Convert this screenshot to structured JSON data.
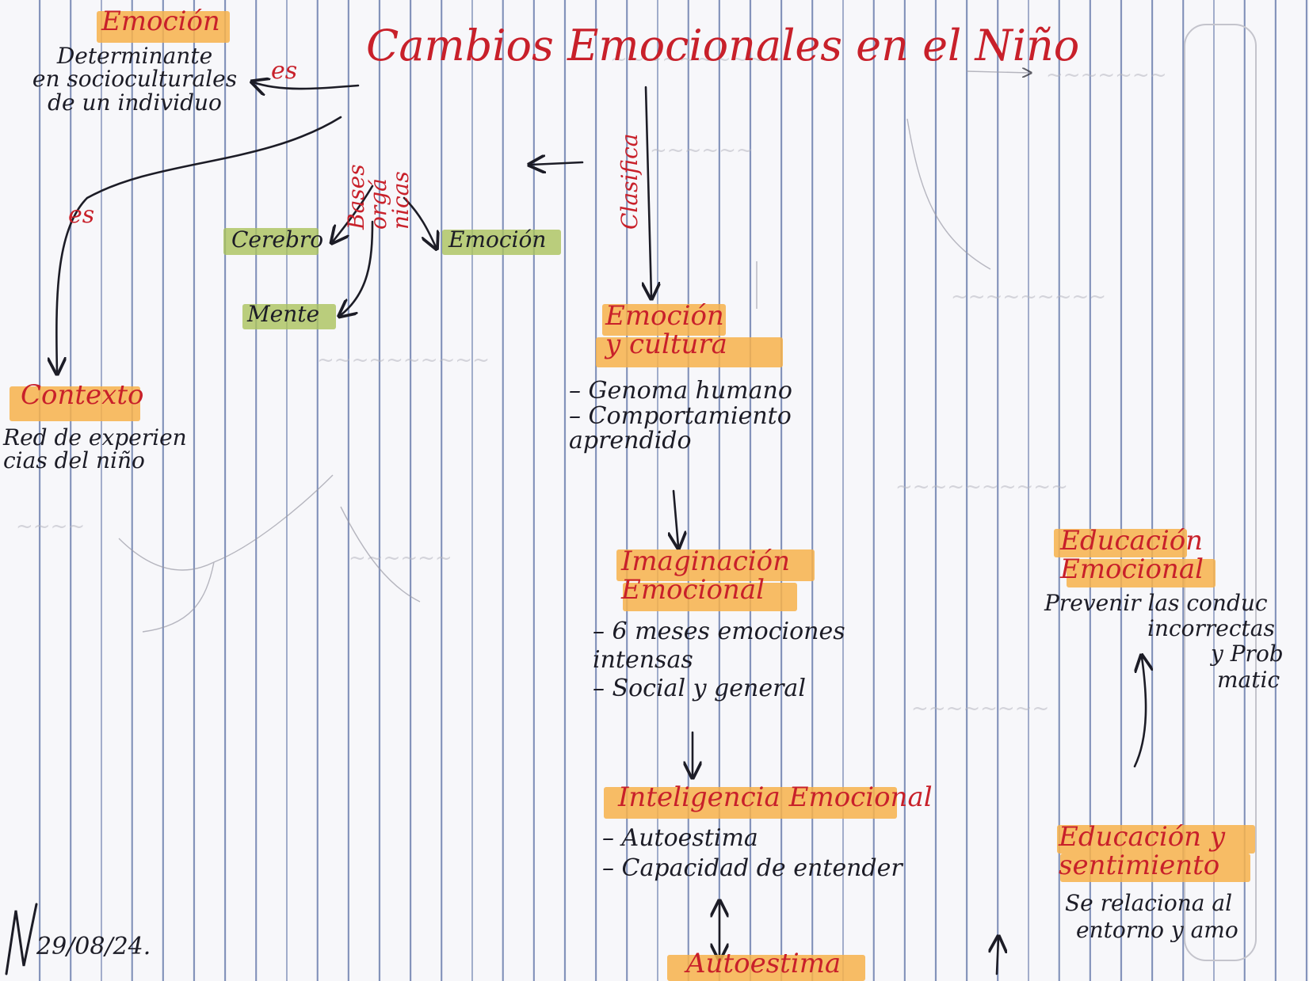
{
  "title": "Cambios Emocionales en el Niño",
  "emocion_box": {
    "heading": "Emoción",
    "connector": "es",
    "text_lines": [
      "Determinante",
      "en socioculturales",
      "de un individuo"
    ]
  },
  "contexto_box": {
    "connector": "es",
    "heading": "Contexto",
    "text_lines": [
      "Red de experien",
      "cias del niño"
    ]
  },
  "bases": {
    "label": "Bases orgá nicas",
    "items": [
      "Cerebro",
      "Emoción",
      "Mente"
    ]
  },
  "clasifica": {
    "label": "Clasifica"
  },
  "emocion_cultura": {
    "heading_lines": [
      "Emoción",
      "y cultura"
    ],
    "items": [
      "Genoma humano",
      "Comportamiento aprendido"
    ]
  },
  "imaginacion": {
    "heading_lines": [
      "Imaginación",
      "Emocional"
    ],
    "items": [
      "6 meses emociones intensas",
      "Social y general"
    ]
  },
  "inteligencia": {
    "heading": "Inteligencia Emocional",
    "items": [
      "Autoestima",
      "Capacidad de entender"
    ]
  },
  "autoestima": {
    "heading": "Autoestima"
  },
  "educacion": {
    "heading_lines": [
      "Educación",
      "Emocional"
    ],
    "text_lines": [
      "Prevenir las conduc",
      "incorrectas",
      "y Prob",
      "matic"
    ]
  },
  "educacion_sentimiento": {
    "heading_lines": [
      "Educación y",
      "sentimiento"
    ],
    "text_lines": [
      "Se relaciona al",
      "entorno y amo"
    ]
  },
  "signature": {
    "text": "29/08/24."
  },
  "colors": {
    "red_ink": "#c8202a",
    "black_ink": "#1c1c26",
    "highlight_orange": "#f7b24a",
    "highlight_green": "#aac25c",
    "ruled_lines": "#7f8fb8"
  }
}
